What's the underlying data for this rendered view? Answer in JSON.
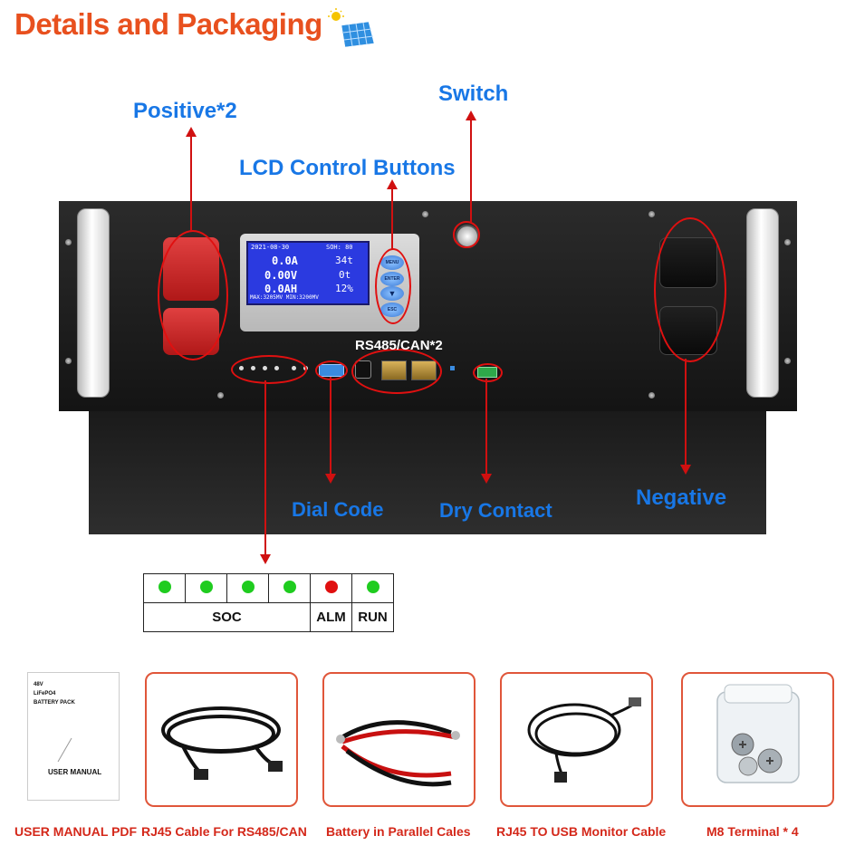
{
  "title": "Details and Packaging",
  "icons": {
    "title_icon": "solar-panel-icon"
  },
  "labels": {
    "positive": "Positive*2",
    "switch": "Switch",
    "lcd_buttons": "LCD Control Buttons",
    "rs485": "RS485/CAN*2",
    "dial_code": "Dial Code",
    "dry_contact": "Dry Contact",
    "negative": "Negative"
  },
  "lcd": {
    "date": "2021-08-30",
    "soh": "SOH: 80",
    "row1_left": "0.0A",
    "row1_right": "34t",
    "row2_left": "0.00V",
    "row2_right": "0t",
    "row3_left": "0.0AH",
    "row3_right": "12%",
    "bottom": "MAX:3205MV MIN:3200MV",
    "buttons": [
      "MENU",
      "ENTER",
      "",
      "ESC"
    ]
  },
  "indicator_table": {
    "leds": [
      {
        "color": "#1fcc1f"
      },
      {
        "color": "#1fcc1f"
      },
      {
        "color": "#1fcc1f"
      },
      {
        "color": "#1fcc1f"
      },
      {
        "color": "#e01010"
      },
      {
        "color": "#1fcc1f"
      }
    ],
    "soc_label": "SOC",
    "alm_label": "ALM",
    "run_label": "RUN"
  },
  "manual": {
    "line1": "48V",
    "line2": "LiFePO4",
    "line3": "BATTERY PACK",
    "cover_title": "USER MANUAL"
  },
  "packaging": [
    {
      "caption": "USER MANUAL PDF"
    },
    {
      "caption": "RJ45 Cable For RS485/CAN"
    },
    {
      "caption": "Battery in Parallel Cales"
    },
    {
      "caption": "RJ45 TO USB Monitor Cable"
    },
    {
      "caption": "M8 Terminal * 4"
    }
  ]
}
